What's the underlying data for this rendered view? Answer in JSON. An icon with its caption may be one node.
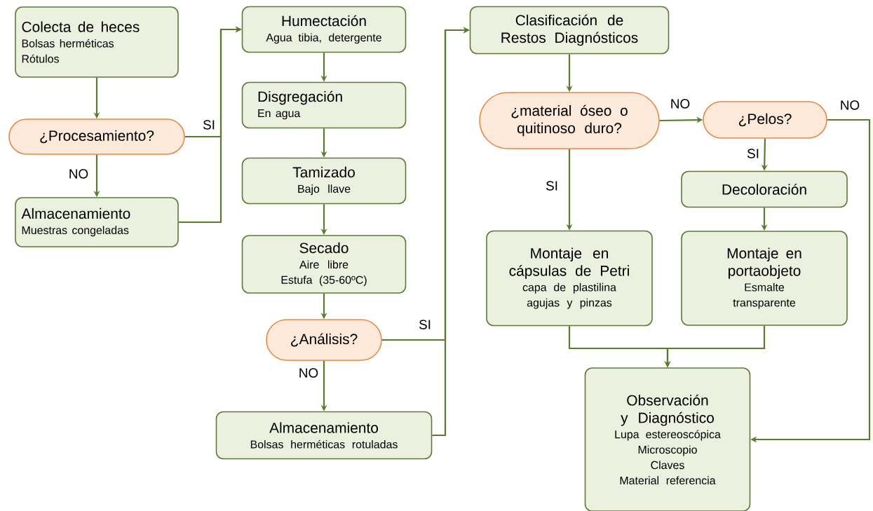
{
  "diagram": {
    "nodes": [
      {
        "text": [
          "Colecta de heces",
          "Bolsas herméticas",
          "Rótulos"
        ]
      },
      {
        "text": [
          "¿Procesamiento?"
        ]
      },
      {
        "text": [
          "Almacenamiento",
          "Muestras congeladas"
        ]
      },
      {
        "text": [
          "Humectación",
          "Agua tibia, detergente"
        ]
      },
      {
        "text": [
          "Disgregación",
          "En agua"
        ]
      },
      {
        "text": [
          "Tamizado",
          "Bajo llave"
        ]
      },
      {
        "text": [
          "Secado",
          "Aire libre",
          "Estufa (35-60ºC)"
        ]
      },
      {
        "text": [
          "¿Análisis?"
        ]
      },
      {
        "text": [
          "Almacenamiento",
          "Bolsas herméticas rotuladas"
        ]
      },
      {
        "text": [
          "Clasificación de Restos Diagnósticos"
        ]
      },
      {
        "text": [
          "¿material óseo o quitinoso duro?"
        ]
      },
      {
        "text": [
          "¿Pelos?"
        ]
      },
      {
        "text": [
          "Decoloración"
        ]
      },
      {
        "text": [
          "Montaje en cápsulas de Petri",
          "capa de plastilina",
          "agujas y pinzas"
        ]
      },
      {
        "text": [
          "Montaje en portaobjeto",
          "Esmalte transparente"
        ]
      },
      {
        "text": [
          "Observación y Diagnóstico",
          "Lupa estereoscópica",
          "Microscopio",
          "Claves",
          "Material referencia"
        ]
      }
    ],
    "edges": [
      {
        "from": 0,
        "to": 1,
        "arrow": "to"
      },
      {
        "from": 1,
        "to": 2,
        "arrow": "to",
        "label": "NO"
      },
      {
        "from": 1,
        "to": 3,
        "arrow": "to",
        "label": "SI"
      },
      {
        "from": 2,
        "to": 3,
        "arrow": "to"
      },
      {
        "from": 3,
        "to": 4,
        "arrow": "to"
      },
      {
        "from": 4,
        "to": 5,
        "arrow": "to"
      },
      {
        "from": 5,
        "to": 6,
        "arrow": "to"
      },
      {
        "from": 6,
        "to": 7,
        "arrow": "to"
      },
      {
        "from": 7,
        "to": 8,
        "arrow": "to",
        "label": "NO"
      },
      {
        "from": 7,
        "to": 9,
        "arrow": "to",
        "label": "SI"
      },
      {
        "from": 8,
        "to": 9,
        "arrow": "to"
      },
      {
        "from": 9,
        "to": 10,
        "arrow": "to"
      },
      {
        "from": 10,
        "to": 11,
        "arrow": "to",
        "label": "NO"
      },
      {
        "from": 10,
        "to": 13,
        "arrow": "to",
        "label": "SI"
      },
      {
        "from": 11,
        "to": 12,
        "arrow": "to",
        "label": "SI"
      },
      {
        "from": 11,
        "to": 15,
        "arrow": "to",
        "label": "NO"
      },
      {
        "from": 12,
        "to": 14,
        "arrow": "to"
      },
      {
        "from": 13,
        "to": 15,
        "arrow": "to"
      },
      {
        "from": 14,
        "to": 15,
        "arrow": "to"
      }
    ]
  }
}
